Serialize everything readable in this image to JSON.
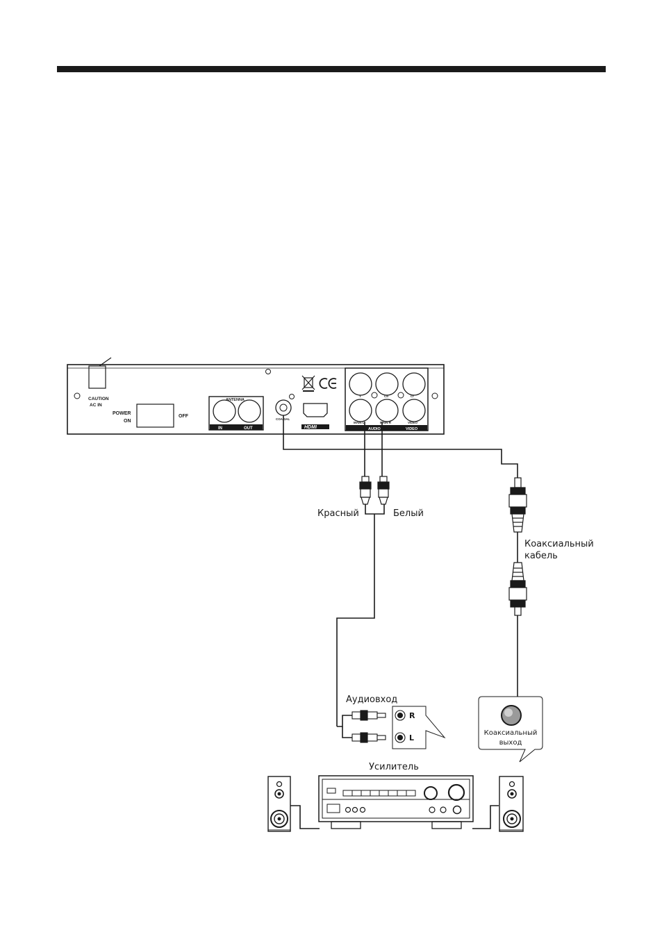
{
  "device_panel": {
    "caution": "CAUTION",
    "ac_in": "AC IN",
    "power": "POWER",
    "on": "ON",
    "off": "OFF",
    "antenna": "ANTENNA",
    "antenna_in": "IN",
    "antenna_out": "OUT",
    "coaxial": "COAXIAL",
    "hdmi": "HDMI",
    "y": "Y",
    "cb": "Cb",
    "cr": "Cr",
    "main_l": "MAIN L",
    "main_r": "MAIN R",
    "video_small": "VIDEO",
    "audio_bar": "AUDIO",
    "video_bar": "VIDEO"
  },
  "labels": {
    "red": "Красный",
    "white": "Белый",
    "coax_cable_line1": "Коаксиальный",
    "coax_cable_line2": "кабель",
    "audio_in": "Аудиовход",
    "r": "R",
    "l": "L",
    "coax_out_line1": "Коаксиальный",
    "coax_out_line2": "выход",
    "amplifier": "Усилитель"
  }
}
